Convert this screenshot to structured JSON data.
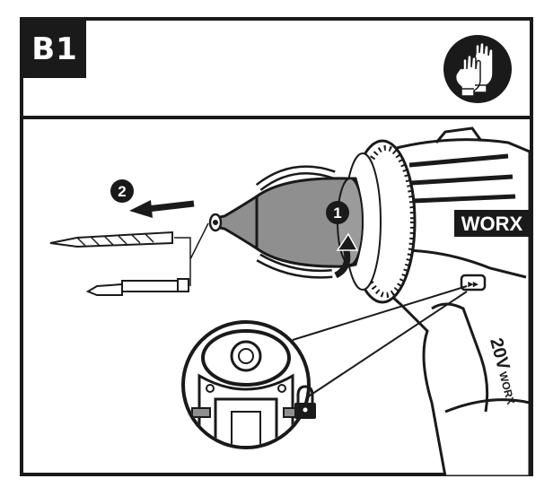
{
  "step": {
    "label": "B1"
  },
  "callouts": {
    "first": "1",
    "second": "2"
  },
  "drill": {
    "brand": "WORX",
    "battery_voltage": "20V",
    "battery_brand": "WORX"
  },
  "icons": {
    "safety": "gloves-icon",
    "lock": "lock-icon"
  },
  "colors": {
    "ink": "#1a1a1a",
    "chuck_gray": "#8f8f8f",
    "background": "#ffffff"
  }
}
